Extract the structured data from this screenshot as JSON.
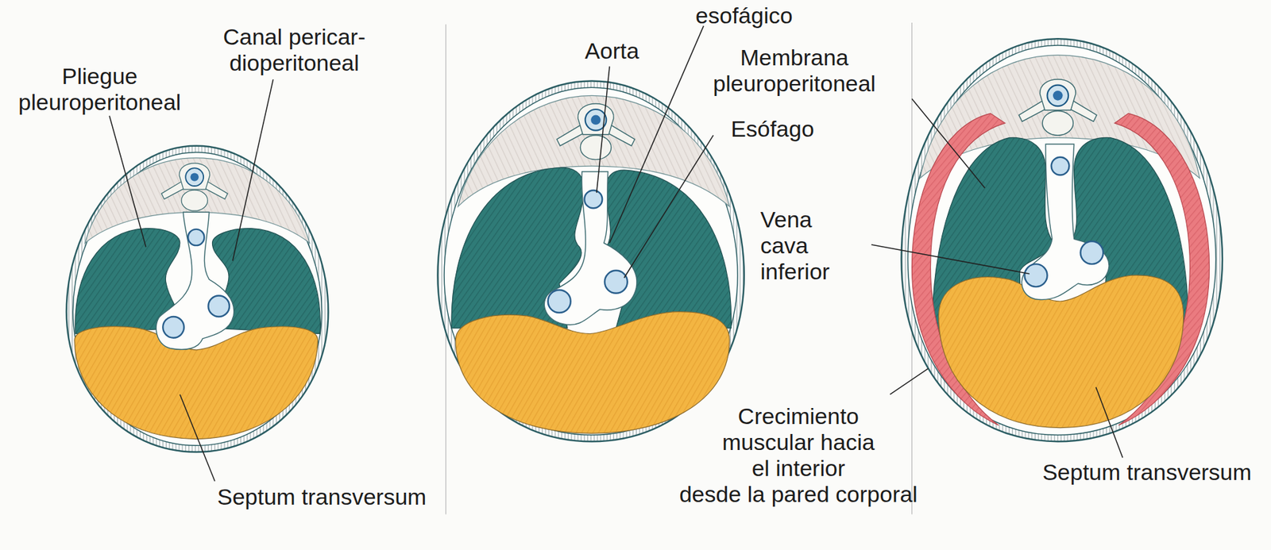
{
  "diagram": {
    "labels": [
      "Pliegue pleuroperitoneal",
      "Canal pericar- dioperitoneal",
      "Septum transversum",
      "esofágico",
      "Aorta",
      "Membrana pleuroperitoneal",
      "Esófago",
      "Vena cava inferior",
      "Crecimiento muscular hacia el interior desde la pared corporal",
      "Septum transversum"
    ]
  }
}
